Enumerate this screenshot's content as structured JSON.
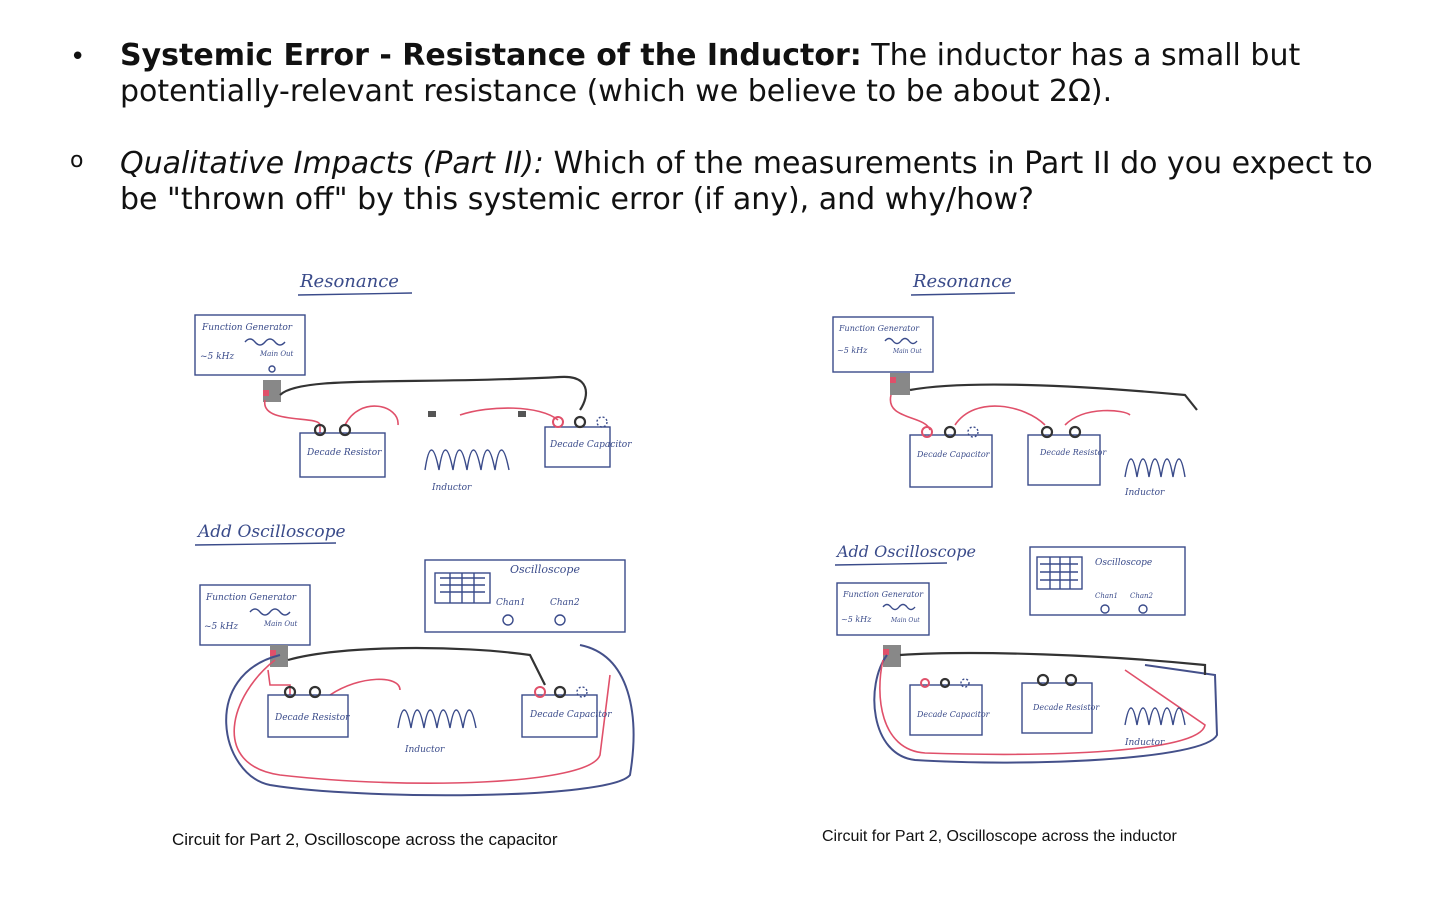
{
  "bullet1": {
    "marker": "•",
    "title": "Systemic Error - Resistance of the Inductor:",
    "text": " The inductor has a small but potentially-relevant resistance (which we believe to be about 2Ω)."
  },
  "bullet2": {
    "marker": "o",
    "title": "Qualitative Impacts (Part II):",
    "text": " Which of the measurements in Part II do you expect to be \"thrown off\" by this systemic error (if any), and why/how?"
  },
  "left_figure": {
    "resonance_title": "Resonance",
    "fg_label": "Function Generator",
    "fg_freq": "~5 kHz",
    "fg_out": "Main Out",
    "resistor_label": "Decade Resistor",
    "inductor_label": "Inductor",
    "capacitor_label": "Decade Capacitor",
    "add_scope_title": "Add Oscilloscope",
    "scope_label": "Oscilloscope",
    "chan1": "Chan1",
    "chan2": "Chan2",
    "caption": "Circuit for Part 2, Oscilloscope across the capacitor"
  },
  "right_figure": {
    "resonance_title": "Resonance",
    "fg_label": "Function Generator",
    "fg_freq": "~5 kHz",
    "fg_out": "Main Out",
    "capacitor_label": "Decade Capacitor",
    "resistor_label": "Decade Resistor",
    "inductor_label": "Inductor",
    "add_scope_title": "Add Oscilloscope",
    "scope_label": "Oscilloscope",
    "chan1": "Chan1",
    "chan2": "Chan2",
    "caption": "Circuit for Part 2, Oscilloscope across the inductor"
  }
}
